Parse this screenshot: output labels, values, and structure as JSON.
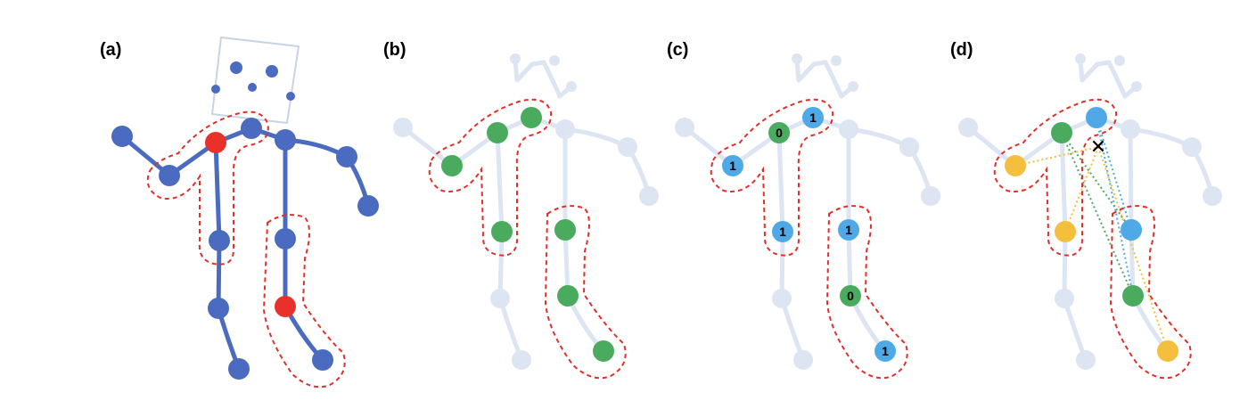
{
  "panels": [
    {
      "label": "(a)"
    },
    {
      "label": "(b)"
    },
    {
      "label": "(c)",
      "node_values": [
        "0",
        "1",
        "1",
        "1",
        "1",
        "0",
        "1"
      ]
    },
    {
      "label": "(d)",
      "cross_mark": "✕"
    }
  ],
  "colors": {
    "skeleton": "#4a6bbf",
    "faded_skeleton": "#dde4f2",
    "highlight_red": "#e8312a",
    "outline_red": "#e0302a",
    "green": "#4aaa5e",
    "blue": "#4fa9e6",
    "yellow": "#f5bf3e"
  }
}
